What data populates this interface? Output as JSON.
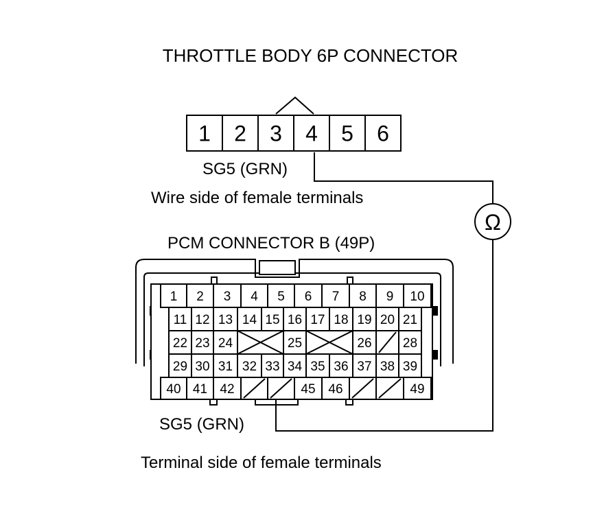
{
  "title": "THROTTLE BODY 6P CONNECTOR",
  "throttle_connector": {
    "terminals": [
      "1",
      "2",
      "3",
      "4",
      "5",
      "6"
    ],
    "probe_label": "SG5 (GRN)",
    "caption": "Wire side of female terminals"
  },
  "meter": {
    "symbol": "Ω",
    "icon": "ohmmeter-icon"
  },
  "pcm_connector": {
    "title": "PCM CONNECTOR B (49P)",
    "rows": [
      [
        "1",
        "2",
        "3",
        "4",
        "5",
        "6",
        "7",
        "8",
        "9",
        "10"
      ],
      [
        "11",
        "12",
        "13",
        "14",
        "15",
        "16",
        "17",
        "18",
        "19",
        "20",
        "21"
      ],
      [
        "22",
        "23",
        "24",
        "",
        "25",
        "",
        "26",
        "",
        "28"
      ],
      [
        "29",
        "30",
        "31",
        "32",
        "33",
        "34",
        "35",
        "36",
        "37",
        "38",
        "39"
      ],
      [
        "40",
        "41",
        "42",
        "",
        "",
        "45",
        "46",
        "",
        "",
        "49"
      ]
    ],
    "probe_label": "SG5 (GRN)",
    "caption": "Terminal side of female terminals"
  }
}
